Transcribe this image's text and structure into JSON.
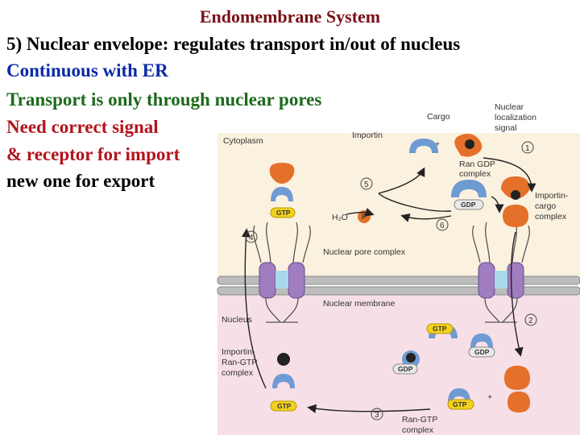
{
  "slide": {
    "title": "Endomembrane System",
    "lines": [
      {
        "text": "5) Nuclear envelope: regulates transport in/out of nucleus",
        "color": "#000000"
      },
      {
        "text": "Continuous with ER",
        "color": "#0b2aa8"
      },
      {
        "text": "Transport is only through nuclear pores",
        "color": "#1c6a1c"
      },
      {
        "text": "Need correct signal",
        "color": "#b3141c"
      },
      {
        "text": "& receptor for import",
        "color": "#b3141c"
      },
      {
        "text": "new one for export",
        "color": "#000000"
      }
    ]
  },
  "figure": {
    "labels": {
      "cargo": "Cargo",
      "nls": "Nuclear",
      "nls2": "localization",
      "nls3": "signal",
      "importin": "Importin",
      "cytoplasm": "Cytoplasm",
      "ran_gdp": "Ran GDP",
      "ran_gdp2": "complex",
      "importin_cargo": "Importin-",
      "importin_cargo2": "cargo",
      "importin_cargo3": "complex",
      "h2o": "H₂O",
      "npc": "Nuclear pore complex",
      "membrane": "Nuclear membrane",
      "nucleus": "Nucleus",
      "irg": "Importin-",
      "irg2": "Ran-GTP",
      "irg3": "complex",
      "rangtp": "Ran-GTP",
      "rangtp2": "complex"
    },
    "tags": {
      "gtp": "GTP",
      "gdp": "GDP",
      "p": "P"
    },
    "plus": "+",
    "steps": [
      "1",
      "2",
      "3",
      "4",
      "5",
      "6"
    ],
    "colors": {
      "cytoplasm": "#fbf1df",
      "nucleoplasm": "#f7dfe8",
      "membrane": "#bdbdbd",
      "cargo": "#e5702a",
      "importin": "#6e9bd4",
      "gtp": "#f2d11e",
      "pore": "#a07cc0"
    }
  }
}
